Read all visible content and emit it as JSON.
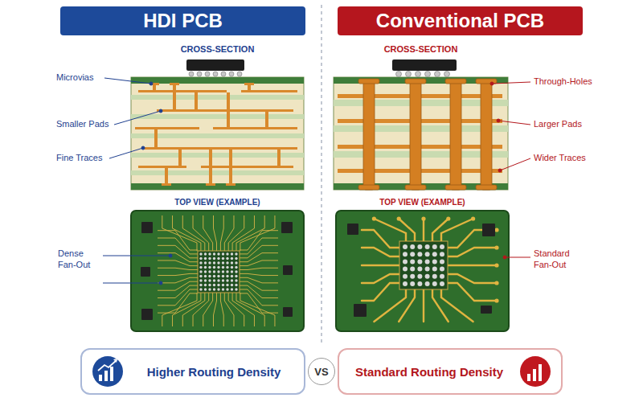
{
  "diagram": {
    "nodes": [
      {
        "text": [
          "HDI PCB"
        ]
      },
      {
        "text": [
          "Conventional PCB"
        ]
      },
      {
        "text": [
          "Higher Routing Density"
        ]
      },
      {
        "text": [
          "VS"
        ]
      },
      {
        "text": [
          "Standard Routing Density"
        ]
      }
    ],
    "labels": [
      "CROSS-SECTION",
      "CROSS-SECTION",
      "Microvias",
      "Smaller Pads",
      "Fine Traces",
      "Through-Holes",
      "Larger Pads",
      "Wider Traces",
      "TOP VIEW (EXAMPLE)",
      "TOP VIEW (EXAMPLE)",
      "Dense Fan-Out",
      "Standard Fan-Out"
    ]
  }
}
